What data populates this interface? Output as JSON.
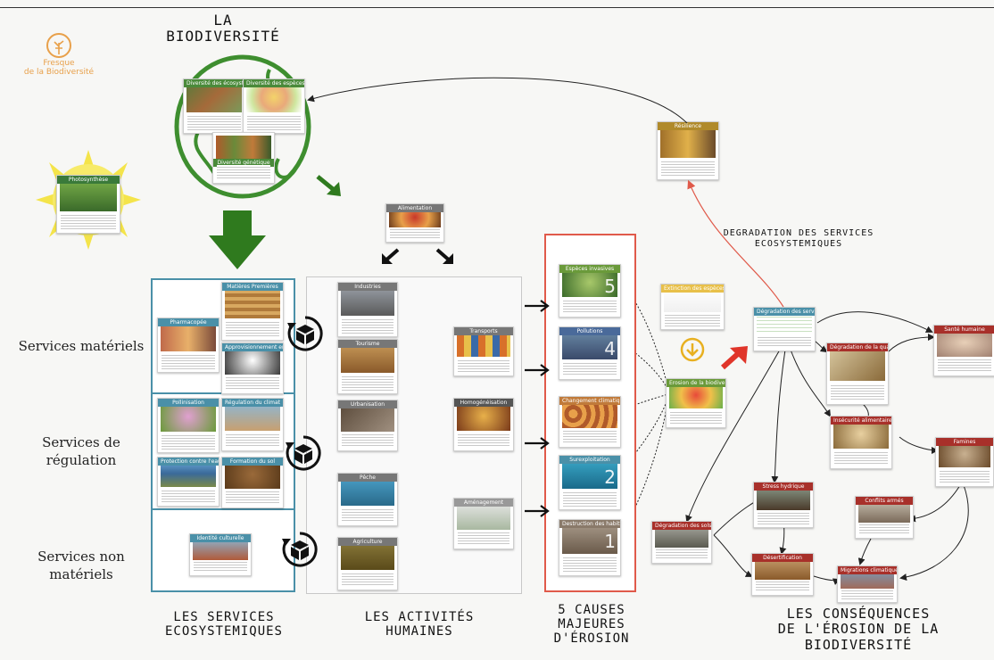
{
  "logo": {
    "line1": "Fresque",
    "line2": "de la Biodiversité"
  },
  "title_biodiversity": {
    "line1": "LA",
    "line2": "BIODIVERSITÉ"
  },
  "rows": {
    "materiels": "Services matériels",
    "regulation_1": "Services de",
    "regulation_2": "régulation",
    "non_materiels_1": "Services non",
    "non_materiels_2": "matériels"
  },
  "bottom_titles": {
    "services_1": "LES SERVICES",
    "services_2": "ECOSYSTEMIQUES",
    "activites_1": "LES ACTIVITÉS",
    "activites_2": "HUMAINES",
    "causes_1": "5 CAUSES",
    "causes_2": "MAJEURES",
    "causes_3": "D'ÉROSION",
    "consequences_1": "LES CONSÉQUENCES",
    "consequences_2": "DE L'ÉROSION DE LA",
    "consequences_3": "BIODIVERSITÉ"
  },
  "degradation_label": {
    "line1": "DEGRADATION DES SERVICES",
    "line2": "ECOSYSTEMIQUES"
  },
  "cards": {
    "diversite_ecosystemes": "Diversité des écosystèmes",
    "diversite_especes": "Diversité des espèces",
    "diversite_genetique": "Diversité génétique",
    "photosynthese": "Photosynthèse",
    "resilience": "Résilience",
    "alimentation": "Alimentation",
    "matieres_premieres": "Matières Premières",
    "pharmacopee": "Pharmacopée",
    "approvisionnement": "Approvisionnement en eau",
    "pollinisation": "Pollinisation",
    "regulation_climat": "Régulation du climat",
    "protection_eau": "Protection contre l'eau",
    "formation_sol": "Formation du sol",
    "identite_culturelle": "Identité culturelle",
    "industries": "Industries",
    "tourisme": "Tourisme",
    "urbanisation": "Urbanisation",
    "peche": "Pêche",
    "agriculture": "Agriculture",
    "transports": "Transports",
    "homogeneisation": "Homogénéisation",
    "amenagement": "Aménagement",
    "cause5": "Espèces invasives",
    "cause4": "Pollutions",
    "cause3": "Changement climatique",
    "cause2": "Surexploitation",
    "cause1": "Destruction des habitats",
    "extinction": "Extinction des espèces",
    "erosion": "Erosion de la biodiversité",
    "degradation_services": "Dégradation des services",
    "qualite_eau": "Dégradation de la qualité de l'eau",
    "sante": "Santé humaine",
    "securite_alimentaire": "Insécurité alimentaire",
    "famines": "Famines",
    "stress_hydrique": "Stress hydrique",
    "conflits": "Conflits armés",
    "degradation_sols": "Dégradation des sols",
    "desertification": "Désertification",
    "migrations": "Migrations climatiques"
  },
  "numbers": {
    "n5": "5",
    "n4": "4",
    "n2": "2",
    "n1": "1"
  },
  "colors": {
    "green": "#3e8e2f",
    "dark_green": "#2f7a1e",
    "teal": "#4a90a8",
    "red": "#e05a4a",
    "sun": "#f4e44a"
  }
}
